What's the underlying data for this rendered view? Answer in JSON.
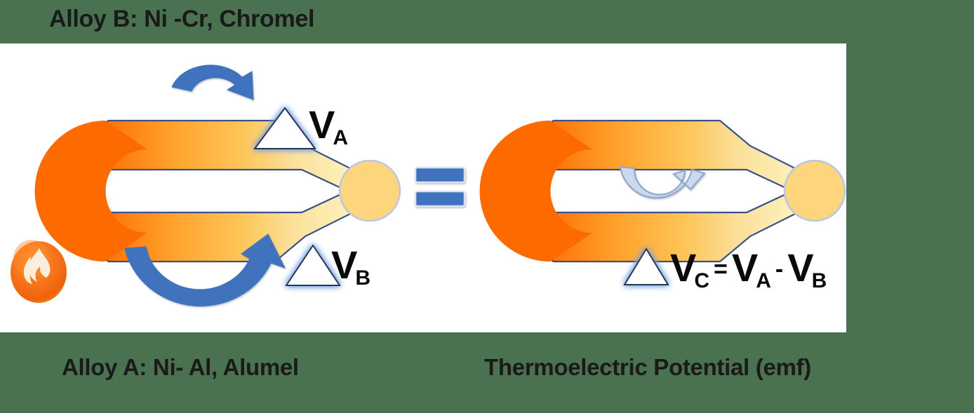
{
  "page": {
    "background_color": "#4a7150",
    "panel_color": "#ffffff"
  },
  "captions": {
    "top": "Alloy B: Ni -Cr, Chromel",
    "bottom_left": "Alloy A: Ni- Al, Alumel",
    "bottom_right": "Thermoelectric Potential (emf)"
  },
  "diagram": {
    "title": "thermocouple-emf-diagram",
    "colors": {
      "hot_junction": "#fd6a00",
      "wire_hot": "#ff6a00",
      "wire_cold": "#fdf0b4",
      "wire_outline": "#3c4f8c",
      "cold_junction": "#fcd57c",
      "cold_junction_border": "#b9c6e6",
      "arrow_blue": "#3f72bd",
      "arrow_light_blue": "#c6d3ea",
      "equals_blue": "#3f72bd",
      "delta_glow": "#7fa9e8",
      "flame_outer": "#f06a11",
      "flame_inner": "#fbe7cf"
    },
    "left_unit": {
      "name": "thermocouple-left",
      "hot_junction_label": "hot-junction",
      "cold_junction_label": "cold-junction"
    },
    "right_unit": {
      "name": "thermocouple-right",
      "hot_junction_label": "hot-junction",
      "cold_junction_label": "cold-junction"
    },
    "heat_source": {
      "icon": "flame-icon"
    },
    "equals_sign": {
      "icon": "equals-icon"
    }
  },
  "labels": {
    "v_a": {
      "delta": "△",
      "symbol": "V",
      "subscript": "A"
    },
    "v_b": {
      "delta": "△",
      "symbol": "V",
      "subscript": "B"
    },
    "v_c_equation": {
      "delta": "△",
      "symbol": "V",
      "subscript": "C",
      "equals": "=",
      "term1_symbol": "V",
      "term1_subscript": "A",
      "minus": "-",
      "term2_symbol": "V",
      "term2_subscript": "B"
    }
  },
  "arrows": {
    "top_left": {
      "name": "arc-arrow-right",
      "direction": "clockwise-right"
    },
    "bottom_left": {
      "name": "u-arrow-up",
      "direction": "counterclockwise-up"
    },
    "inner_right": {
      "name": "small-u-arrow-right",
      "direction": "clockwise-right"
    }
  }
}
